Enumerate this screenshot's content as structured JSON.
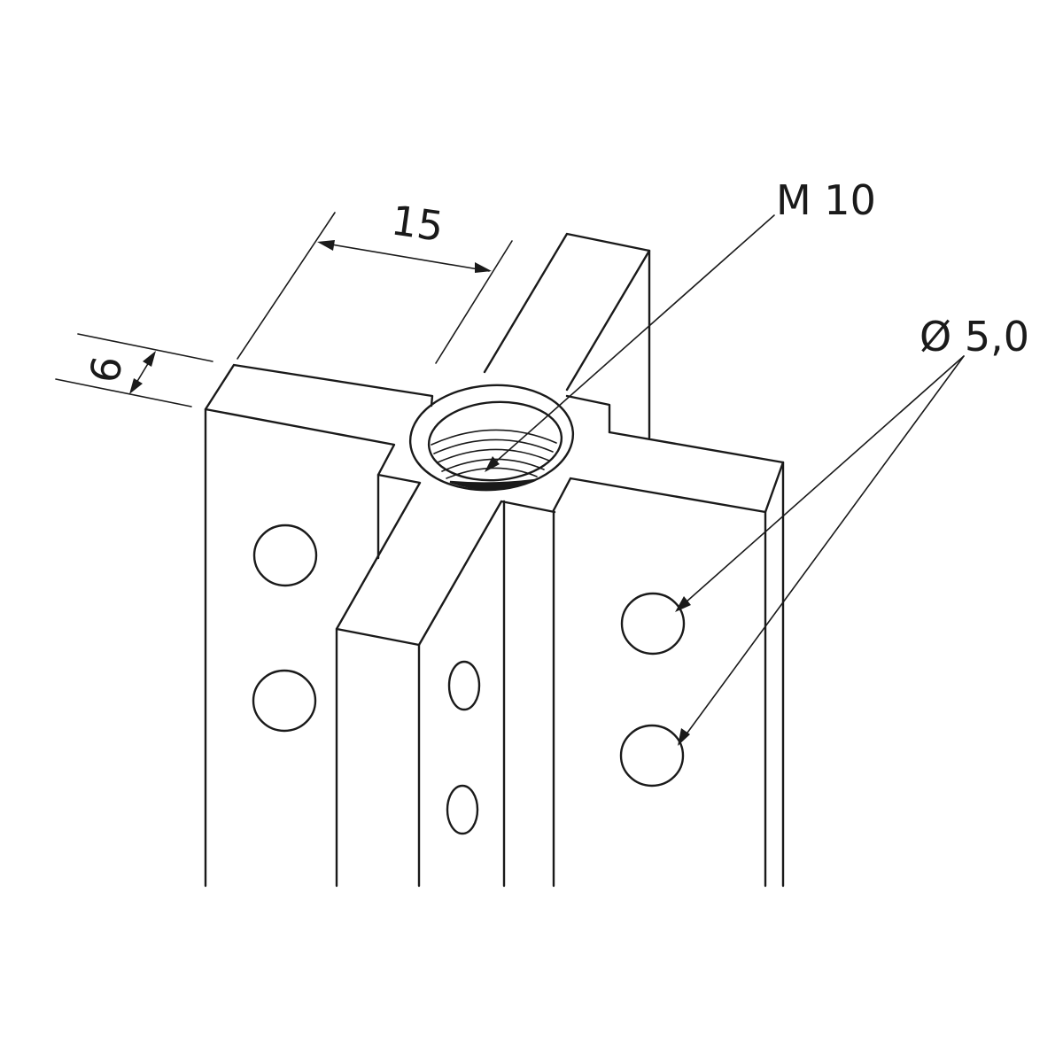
{
  "diagram": {
    "dimensions": {
      "width_label": "15",
      "depth_label": "6",
      "thread_label": "M 10",
      "hole_label": "Ø 5,0"
    },
    "colors": {
      "line": "#1a1a1a",
      "background": "#ffffff"
    }
  }
}
